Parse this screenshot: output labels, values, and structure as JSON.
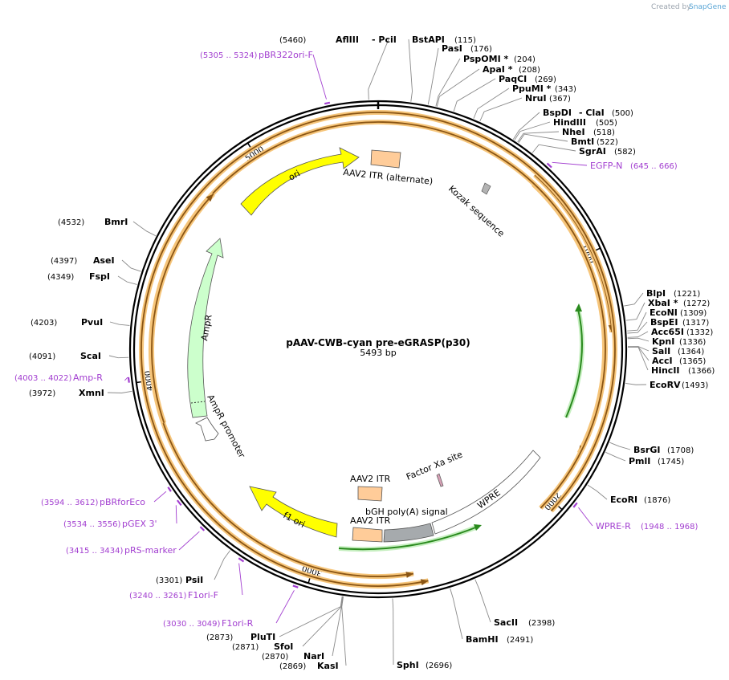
{
  "credit": {
    "created_by": "Created by",
    "brand": "SnapGene"
  },
  "plasmid": {
    "name": "pAAV-CWB-cyan pre-eGRASP(p30)",
    "length_label": "5493 bp",
    "length": 5493
  },
  "ticks": [
    {
      "pos": 1000,
      "label": "1000"
    },
    {
      "pos": 2000,
      "label": "2000"
    },
    {
      "pos": 3000,
      "label": "3000"
    },
    {
      "pos": 4000,
      "label": "4000"
    },
    {
      "pos": 5000,
      "label": "5000"
    }
  ],
  "sites": [
    {
      "pos": 5460,
      "name": "AflIII",
      "name2": "PciI",
      "pos_label": "(5460)"
    },
    {
      "pos": 115,
      "name": "BstAPI",
      "pos_label": "(115)"
    },
    {
      "pos": 176,
      "name": "PasI",
      "pos_label": "(176)"
    },
    {
      "pos": 204,
      "name": "PspOMI *",
      "pos_label": "(204)"
    },
    {
      "pos": 208,
      "name": "ApaI *",
      "pos_label": "(208)"
    },
    {
      "pos": 269,
      "name": "PaqCI",
      "pos_label": "(269)"
    },
    {
      "pos": 343,
      "name": "PpuMI *",
      "pos_label": "(343)"
    },
    {
      "pos": 367,
      "name": "NruI",
      "pos_label": "(367)"
    },
    {
      "pos": 500,
      "name": "BspDI",
      "name2": "ClaI",
      "pos_label": "(500)"
    },
    {
      "pos": 505,
      "name": "HindIII",
      "pos_label": "(505)"
    },
    {
      "pos": 518,
      "name": "NheI",
      "pos_label": "(518)"
    },
    {
      "pos": 522,
      "name": "BmtI",
      "pos_label": "(522)"
    },
    {
      "pos": 582,
      "name": "SgrAI",
      "pos_label": "(582)"
    },
    {
      "pos": 1221,
      "name": "BlpI",
      "pos_label": "(1221)"
    },
    {
      "pos": 1272,
      "name": "XbaI *",
      "pos_label": "(1272)"
    },
    {
      "pos": 1309,
      "name": "EcoNI",
      "pos_label": "(1309)"
    },
    {
      "pos": 1317,
      "name": "BspEI",
      "pos_label": "(1317)"
    },
    {
      "pos": 1332,
      "name": "Acc65I",
      "pos_label": "(1332)"
    },
    {
      "pos": 1336,
      "name": "KpnI",
      "pos_label": "(1336)"
    },
    {
      "pos": 1364,
      "name": "SalI",
      "pos_label": "(1364)"
    },
    {
      "pos": 1365,
      "name": "AccI",
      "pos_label": "(1365)"
    },
    {
      "pos": 1366,
      "name": "HincII",
      "pos_label": "(1366)"
    },
    {
      "pos": 1493,
      "name": "EcoRV",
      "pos_label": "(1493)"
    },
    {
      "pos": 1708,
      "name": "BsrGI",
      "pos_label": "(1708)"
    },
    {
      "pos": 1745,
      "name": "PmlI",
      "pos_label": "(1745)"
    },
    {
      "pos": 1876,
      "name": "EcoRI",
      "pos_label": "(1876)"
    },
    {
      "pos": 2398,
      "name": "SacII",
      "pos_label": "(2398)"
    },
    {
      "pos": 2491,
      "name": "BamHI",
      "pos_label": "(2491)"
    },
    {
      "pos": 2696,
      "name": "SphI",
      "pos_label": "(2696)"
    },
    {
      "pos": 2869,
      "name": "KasI",
      "pos_label": "(2869)"
    },
    {
      "pos": 2870,
      "name": "NarI",
      "pos_label": "(2870)"
    },
    {
      "pos": 2871,
      "name": "SfoI",
      "pos_label": "(2871)"
    },
    {
      "pos": 2873,
      "name": "PluTI",
      "pos_label": "(2873)"
    },
    {
      "pos": 3301,
      "name": "PsiI",
      "pos_label": "(3301)"
    },
    {
      "pos": 3972,
      "name": "XmnI",
      "pos_label": "(3972)"
    },
    {
      "pos": 4091,
      "name": "ScaI",
      "pos_label": "(4091)"
    },
    {
      "pos": 4203,
      "name": "PvuI",
      "pos_label": "(4203)"
    },
    {
      "pos": 4349,
      "name": "FspI",
      "pos_label": "(4349)"
    },
    {
      "pos": 4397,
      "name": "AseI",
      "pos_label": "(4397)"
    },
    {
      "pos": 4532,
      "name": "BmrI",
      "pos_label": "(4532)"
    }
  ],
  "primers": [
    {
      "start": 5305,
      "end": 5324,
      "name": "pBR322ori-F",
      "range_label": "(5305 .. 5324)"
    },
    {
      "start": 645,
      "end": 666,
      "name": "EGFP-N",
      "range_label": "(645 .. 666)"
    },
    {
      "start": 1948,
      "end": 1968,
      "name": "WPRE-R",
      "range_label": "(1948 .. 1968)"
    },
    {
      "start": 3030,
      "end": 3049,
      "name": "F1ori-R",
      "range_label": "(3030 .. 3049)"
    },
    {
      "start": 3240,
      "end": 3261,
      "name": "F1ori-F",
      "range_label": "(3240 .. 3261)"
    },
    {
      "start": 3415,
      "end": 3434,
      "name": "pRS-marker",
      "range_label": "(3415 .. 3434)"
    },
    {
      "start": 3534,
      "end": 3556,
      "name": "pGEX 3'",
      "range_label": "(3534 .. 3556)"
    },
    {
      "start": 3594,
      "end": 3612,
      "name": "pBRforEco",
      "range_label": "(3594 .. 3612)"
    },
    {
      "start": 4003,
      "end": 4022,
      "name": "Amp-R",
      "range_label": "(4003 .. 4022)"
    }
  ],
  "features": [
    {
      "name": "ori",
      "color": "#ffff00",
      "direction": "forward"
    },
    {
      "name": "AAV2 ITR (alternate)",
      "color": "#ffcc99"
    },
    {
      "name": "Kozak sequence",
      "color": "#b3b3b3"
    },
    {
      "name": "AmpR",
      "color": "#ccffcc",
      "direction": "reverse"
    },
    {
      "name": "AmpR promoter",
      "color": "#ffffff",
      "direction": "reverse"
    },
    {
      "name": "f1 ori",
      "color": "#ffff00",
      "direction": "reverse"
    },
    {
      "name": "AAV2 ITR",
      "color": "#ffcc99"
    },
    {
      "name": "AAV2 ITR",
      "color": "#ffcc99"
    },
    {
      "name": "bGH poly(A) signal",
      "color": "#a6aaad"
    },
    {
      "name": "WPRE",
      "color": "#ffffff"
    },
    {
      "name": "Factor Xa site",
      "color": "#d7a1b6"
    }
  ],
  "colors": {
    "orf_outer": "#f6c57a",
    "orf_inner": "#8a5514",
    "cds_green": "#2a8a1e",
    "primer": "#a23ed0",
    "backbone": "#000000"
  }
}
